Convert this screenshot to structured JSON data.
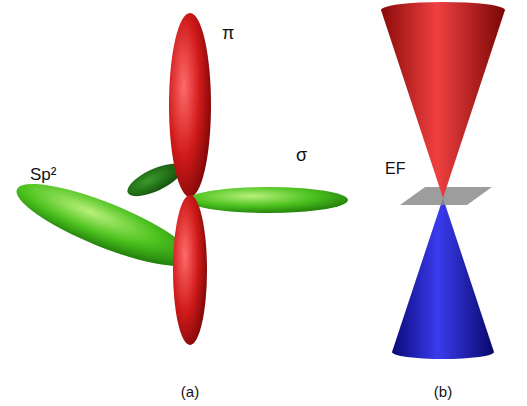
{
  "diagram": {
    "labels": [
      "π",
      "Sp²",
      "σ",
      "EF",
      "(a)",
      "(b)"
    ]
  }
}
